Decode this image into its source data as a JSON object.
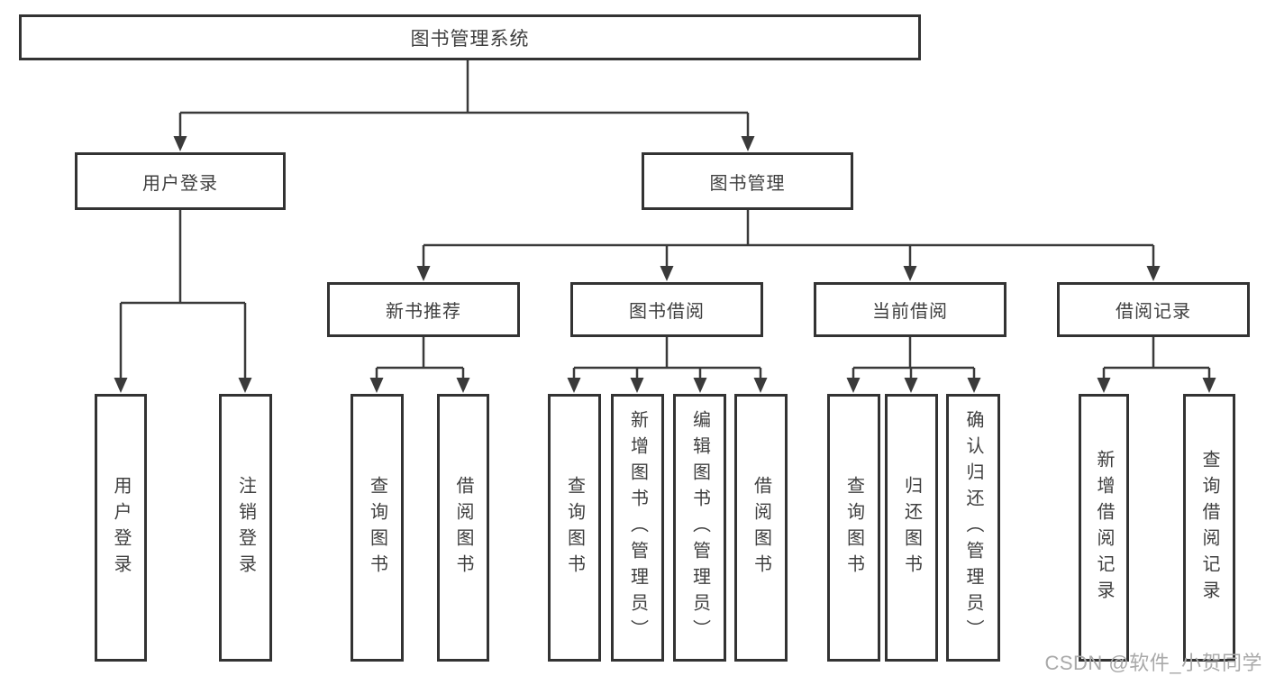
{
  "diagram": {
    "root": {
      "label": "图书管理系统"
    },
    "level2": [
      {
        "label": "用户登录"
      },
      {
        "label": "图书管理"
      }
    ],
    "level3": [
      {
        "label": "新书推荐"
      },
      {
        "label": "图书借阅"
      },
      {
        "label": "当前借阅"
      },
      {
        "label": "借阅记录"
      }
    ],
    "leaves": [
      {
        "label": "用户登录"
      },
      {
        "label": "注销登录"
      },
      {
        "label": "查询图书"
      },
      {
        "label": "借阅图书"
      },
      {
        "label": "查询图书"
      },
      {
        "label": "新增图书（管理员）"
      },
      {
        "label": "编辑图书（管理员）"
      },
      {
        "label": "借阅图书"
      },
      {
        "label": "查询图书"
      },
      {
        "label": "归还图书"
      },
      {
        "label": "确认归还（管理员）"
      },
      {
        "label": "新增借阅记录"
      },
      {
        "label": "查询借阅记录"
      }
    ]
  },
  "watermark": {
    "text": "CSDN @软件_小贺同学"
  },
  "colors": {
    "line": "#3a3a3a",
    "border": "#333333",
    "fill": "#ffffff",
    "text": "#3f3f3f",
    "watermark": "#a9a9a9",
    "background": "#ffffff"
  }
}
